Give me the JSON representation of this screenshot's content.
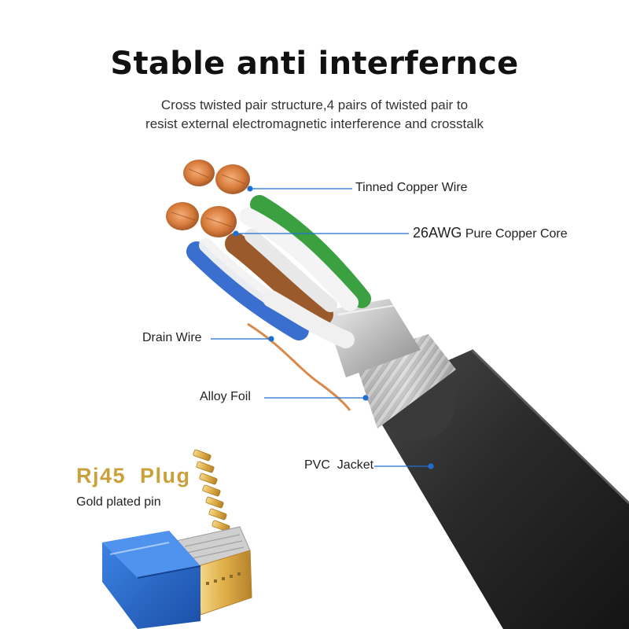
{
  "title": "Stable anti interfernce",
  "subtitle": {
    "line1": "Cross twisted pair structure,4 pairs of twisted pair to",
    "line2": "resist external electromagnetic interference and crosstalk"
  },
  "labels": {
    "tinned_copper": "Tinned Copper Wire",
    "core_awg": "26AWG",
    "core_rest": "Pure Copper Core",
    "drain_wire": "Drain Wire",
    "alloy_foil": "Alloy Foil",
    "pvc_jacket": "PVC  Jacket"
  },
  "plug": {
    "title": "Rj45  Plug",
    "subtitle": "Gold plated pin"
  },
  "colors": {
    "leader_line": "#1f6fd1",
    "jacket": "#2b2b2b",
    "copper": "#d9823f",
    "plug_title": "#c9a13a",
    "plug_blue": "#1e5fc4",
    "gold": "#e3b24d"
  },
  "icons": [
    "cable-cross-section-illustration",
    "rj45-plug-illustration"
  ]
}
